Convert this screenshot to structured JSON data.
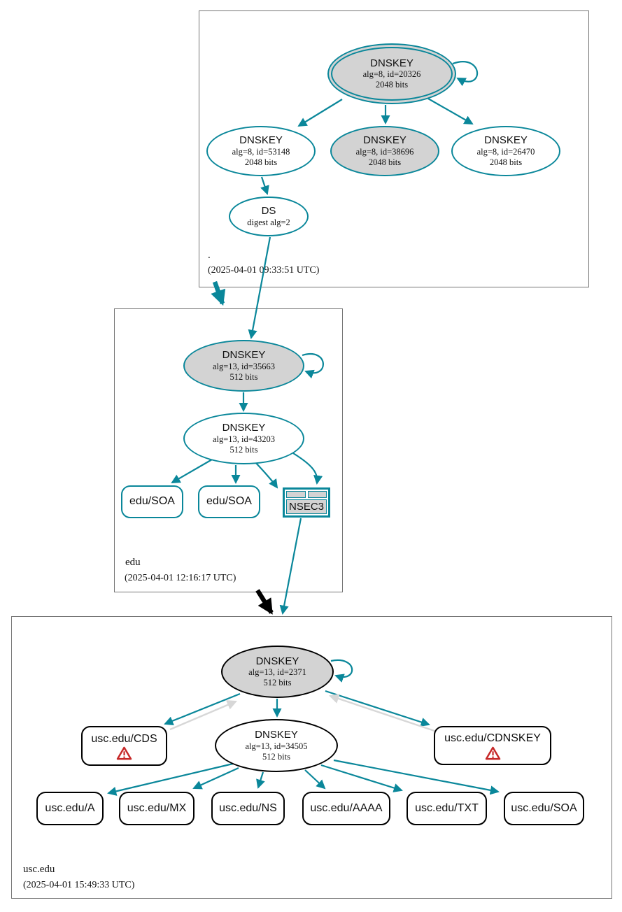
{
  "colors": {
    "secure_teal": "#0a879a",
    "edge_gray": "#d7d7d7",
    "node_fill_gray": "#d3d3d3",
    "warning_red": "#c62828",
    "zone_border_gray": "#757575"
  },
  "icons": {
    "warning": "warning-triangle"
  },
  "zones": {
    "root": {
      "name": ".",
      "timestamp": "(2025-04-01 09:33:51 UTC)",
      "nodes": {
        "ksk": {
          "title": "DNSKEY",
          "line1": "alg=8, id=20326",
          "line2": "2048 bits"
        },
        "zsk1": {
          "title": "DNSKEY",
          "line1": "alg=8, id=53148",
          "line2": "2048 bits"
        },
        "zsk2": {
          "title": "DNSKEY",
          "line1": "alg=8, id=38696",
          "line2": "2048 bits"
        },
        "zsk3": {
          "title": "DNSKEY",
          "line1": "alg=8, id=26470",
          "line2": "2048 bits"
        },
        "ds": {
          "title": "DS",
          "line1": "digest alg=2"
        }
      }
    },
    "edu": {
      "name": "edu",
      "timestamp": "(2025-04-01 12:16:17 UTC)",
      "nodes": {
        "ksk": {
          "title": "DNSKEY",
          "line1": "alg=13, id=35663",
          "line2": "512 bits"
        },
        "zsk": {
          "title": "DNSKEY",
          "line1": "alg=13, id=43203",
          "line2": "512 bits"
        },
        "soa1": {
          "label": "edu/SOA"
        },
        "soa2": {
          "label": "edu/SOA"
        },
        "nsec3": {
          "label": "NSEC3"
        }
      }
    },
    "usc": {
      "name": "usc.edu",
      "timestamp": "(2025-04-01 15:49:33 UTC)",
      "nodes": {
        "ksk": {
          "title": "DNSKEY",
          "line1": "alg=13, id=2371",
          "line2": "512 bits"
        },
        "zsk": {
          "title": "DNSKEY",
          "line1": "alg=13, id=34505",
          "line2": "512 bits"
        },
        "cds": {
          "label": "usc.edu/CDS"
        },
        "cdnskey": {
          "label": "usc.edu/CDNSKEY"
        },
        "a": {
          "label": "usc.edu/A"
        },
        "mx": {
          "label": "usc.edu/MX"
        },
        "ns": {
          "label": "usc.edu/NS"
        },
        "aaaa": {
          "label": "usc.edu/AAAA"
        },
        "txt": {
          "label": "usc.edu/TXT"
        },
        "soa": {
          "label": "usc.edu/SOA"
        }
      }
    }
  }
}
